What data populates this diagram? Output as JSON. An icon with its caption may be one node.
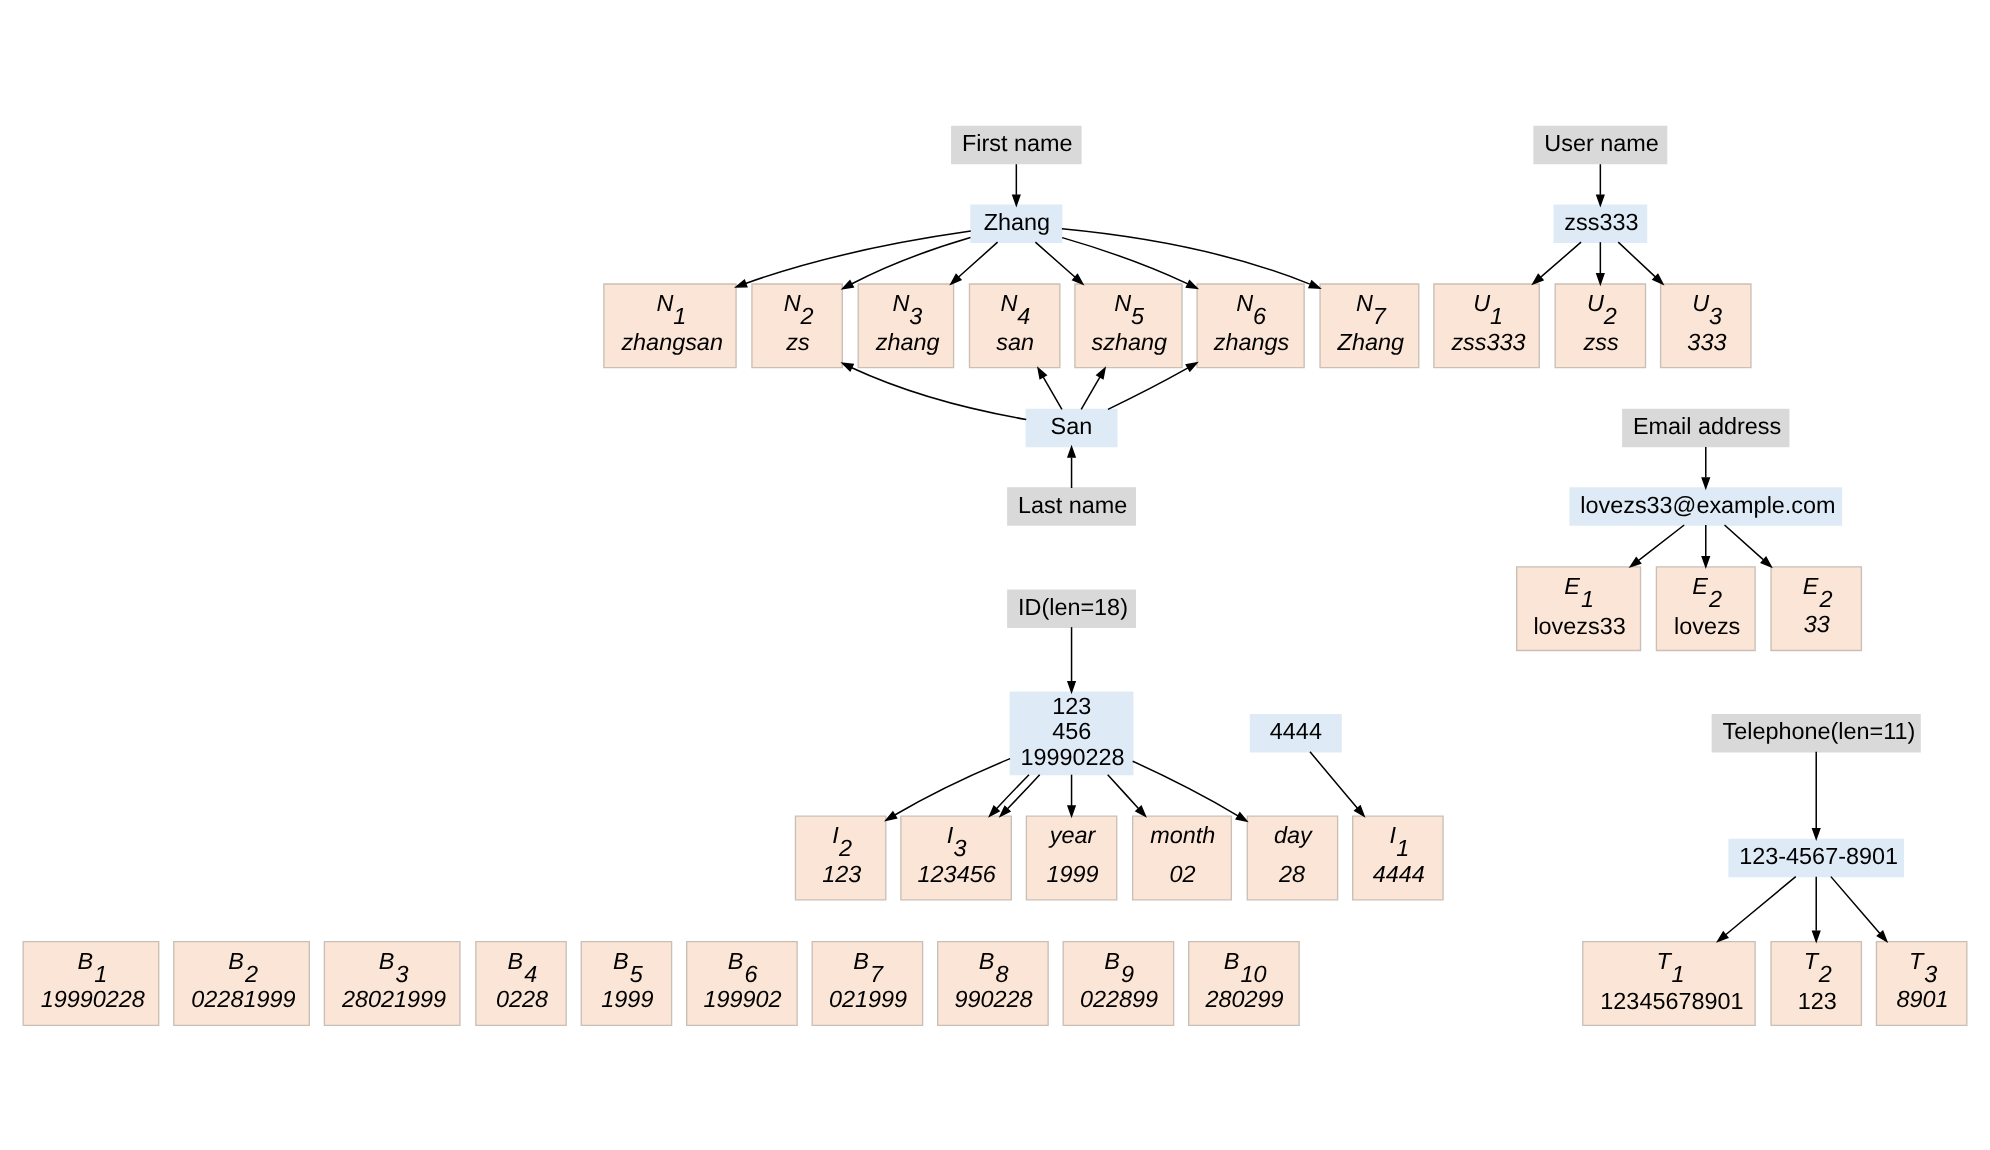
{
  "diagram": {
    "nodes": [
      {
        "text": [
          "First name"
        ]
      },
      {
        "text": [
          "Zhang"
        ]
      },
      {
        "text": [
          "N$_{1}$",
          "zhangsan"
        ]
      },
      {
        "text": [
          "N$_{2}$",
          "zs"
        ]
      },
      {
        "text": [
          "N$_{3}$",
          "zhang"
        ]
      },
      {
        "text": [
          "N$_{4}$",
          "san"
        ]
      },
      {
        "text": [
          "N$_{5}$",
          "szhang"
        ]
      },
      {
        "text": [
          "N$_{6}$",
          "zhangs"
        ]
      },
      {
        "text": [
          "N$_{7}$",
          "Zhang"
        ]
      },
      {
        "text": [
          "San"
        ]
      },
      {
        "text": [
          "Last name"
        ]
      },
      {
        "text": [
          "User name"
        ]
      },
      {
        "text": [
          "zss333"
        ]
      },
      {
        "text": [
          "U$_{1}$",
          "zss333"
        ]
      },
      {
        "text": [
          "U$_{2}$",
          "zss"
        ]
      },
      {
        "text": [
          "U$_{3}$",
          "333"
        ]
      },
      {
        "text": [
          "Email address"
        ]
      },
      {
        "text": [
          "lovezs33@example.com"
        ]
      },
      {
        "text": [
          "E$_{1}$",
          "lovezs33"
        ]
      },
      {
        "text": [
          "E$_{2}$",
          "lovezs"
        ]
      },
      {
        "text": [
          "E$_{2}$",
          "33"
        ]
      },
      {
        "text": [
          "ID(len=18)"
        ]
      },
      {
        "text": [
          "123",
          "456",
          "19990228"
        ]
      },
      {
        "text": [
          "4444"
        ]
      },
      {
        "text": [
          "I$_{2}$",
          "123"
        ]
      },
      {
        "text": [
          "I$_{3}$",
          "123456"
        ]
      },
      {
        "text": [
          "year",
          "1999"
        ]
      },
      {
        "text": [
          "month",
          "02"
        ]
      },
      {
        "text": [
          "day",
          "28"
        ]
      },
      {
        "text": [
          "I$_{1}$",
          "4444"
        ]
      },
      {
        "text": [
          "Telephone(len=11)"
        ]
      },
      {
        "text": [
          "123-4567-8901"
        ]
      },
      {
        "text": [
          "T$_{1}$",
          "12345678901"
        ]
      },
      {
        "text": [
          "T$_{2}$",
          "123"
        ]
      },
      {
        "text": [
          "T$_{3}$",
          "8901"
        ]
      },
      {
        "text": [
          "B$_{1}$",
          "19990228"
        ]
      },
      {
        "text": [
          "B$_{2}$",
          "02281999"
        ]
      },
      {
        "text": [
          "B$_{3}$",
          "28021999"
        ]
      },
      {
        "text": [
          "B$_{4}$",
          "0228"
        ]
      },
      {
        "text": [
          "B$_{5}$",
          "1999"
        ]
      },
      {
        "text": [
          "B$_{6}$",
          "199902"
        ]
      },
      {
        "text": [
          "B$_{7}$",
          "021999"
        ]
      },
      {
        "text": [
          "B$_{8}$",
          "990228"
        ]
      },
      {
        "text": [
          "B$_{9}$",
          "022899"
        ]
      },
      {
        "text": [
          "B$_{10}$",
          "280299"
        ]
      }
    ],
    "edges": [
      {
        "from": 0,
        "to": 1,
        "arrow": "to"
      },
      {
        "from": 1,
        "to": 2,
        "arrow": "to"
      },
      {
        "from": 1,
        "to": 3,
        "arrow": "to"
      },
      {
        "from": 1,
        "to": 4,
        "arrow": "to"
      },
      {
        "from": 1,
        "to": 6,
        "arrow": "to"
      },
      {
        "from": 1,
        "to": 7,
        "arrow": "to"
      },
      {
        "from": 1,
        "to": 8,
        "arrow": "to"
      },
      {
        "from": 9,
        "to": 3,
        "arrow": "to"
      },
      {
        "from": 9,
        "to": 5,
        "arrow": "to"
      },
      {
        "from": 9,
        "to": 6,
        "arrow": "to"
      },
      {
        "from": 9,
        "to": 7,
        "arrow": "to"
      },
      {
        "from": 10,
        "to": 9,
        "arrow": "to"
      },
      {
        "from": 11,
        "to": 12,
        "arrow": "to"
      },
      {
        "from": 12,
        "to": 13,
        "arrow": "to"
      },
      {
        "from": 12,
        "to": 14,
        "arrow": "to"
      },
      {
        "from": 12,
        "to": 15,
        "arrow": "to"
      },
      {
        "from": 16,
        "to": 17,
        "arrow": "to"
      },
      {
        "from": 17,
        "to": 18,
        "arrow": "to"
      },
      {
        "from": 17,
        "to": 19,
        "arrow": "to"
      },
      {
        "from": 17,
        "to": 20,
        "arrow": "to"
      },
      {
        "from": 21,
        "to": 22,
        "arrow": "to"
      },
      {
        "from": 22,
        "to": 24,
        "arrow": "to"
      },
      {
        "from": 22,
        "to": 25,
        "arrow": "to"
      },
      {
        "from": 22,
        "to": 25,
        "arrow": "to"
      },
      {
        "from": 22,
        "to": 26,
        "arrow": "to"
      },
      {
        "from": 22,
        "to": 27,
        "arrow": "to"
      },
      {
        "from": 22,
        "to": 28,
        "arrow": "to"
      },
      {
        "from": 23,
        "to": 29,
        "arrow": "to"
      },
      {
        "from": 30,
        "to": 31,
        "arrow": "to"
      },
      {
        "from": 31,
        "to": 32,
        "arrow": "to"
      },
      {
        "from": 31,
        "to": 33,
        "arrow": "to"
      },
      {
        "from": 31,
        "to": 34,
        "arrow": "to"
      }
    ]
  }
}
